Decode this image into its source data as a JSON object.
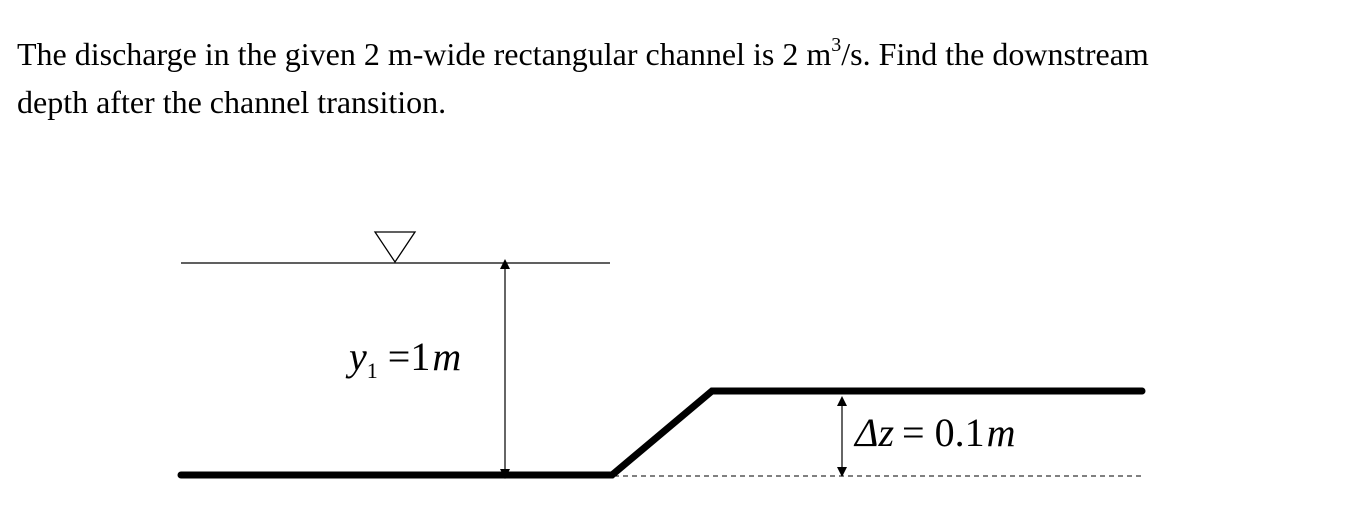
{
  "problem": {
    "before_sup": "The discharge in the given 2 m-wide rectangular channel is 2 m",
    "sup": "3",
    "line1_after": "/s. Find the downstream",
    "line2": "depth after the channel transition."
  },
  "diagram": {
    "y1_var": "y",
    "y1_sub": "1",
    "y1_rest": "=1",
    "y1_unit": "m",
    "dz_prefix": "Δz",
    "dz_value": "= 0.1",
    "dz_unit": "m"
  }
}
